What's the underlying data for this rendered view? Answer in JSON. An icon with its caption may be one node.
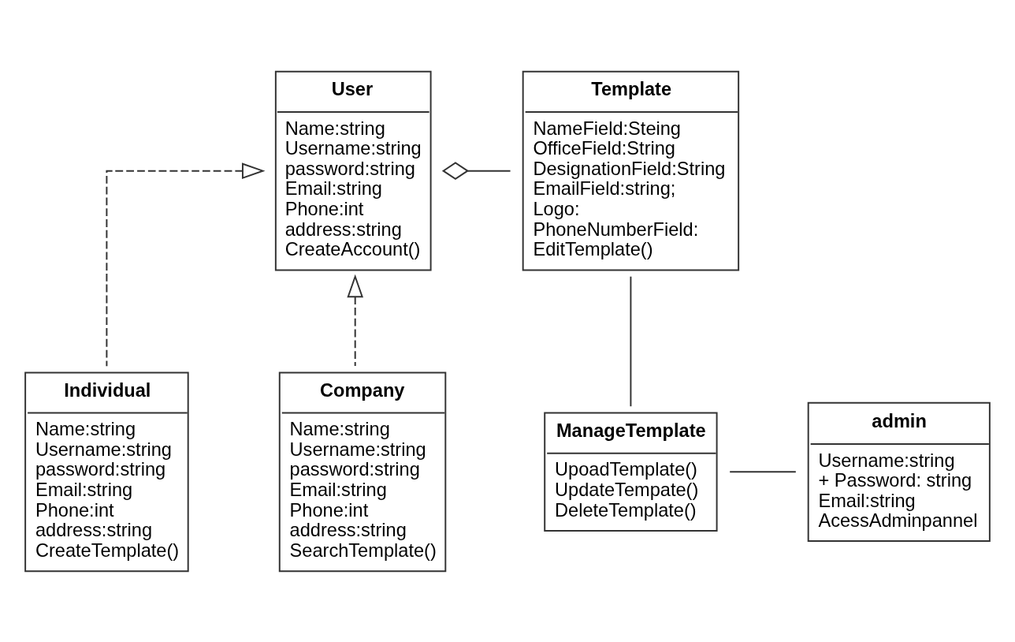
{
  "diagram": {
    "nodes": [
      {
        "text": [
          "User",
          "Name:string",
          "Username:string",
          "password:string",
          "Email:string",
          "Phone:int",
          "address:string",
          "CreateAccount()"
        ]
      },
      {
        "text": [
          "Template",
          "NameField:Steing",
          "OfficeField:String",
          "DesignationField:String",
          "EmailField:string;",
          "Logo:",
          "PhoneNumberField:",
          "EditTemplate()"
        ]
      },
      {
        "text": [
          "Individual",
          "Name:string",
          "Username:string",
          "password:string",
          "Email:string",
          "Phone:int",
          "address:string",
          "CreateTemplate()"
        ]
      },
      {
        "text": [
          "Company",
          "Name:string",
          "Username:string",
          "password:string",
          "Email:string",
          "Phone:int",
          "address:string",
          "SearchTemplate()"
        ]
      },
      {
        "text": [
          "ManageTemplate",
          "UpoadTemplate()",
          "UpdateTempate()",
          "DeleteTemplate()"
        ]
      },
      {
        "text": [
          "admin",
          "Username:string",
          "+ Password: string",
          "Email:string",
          "AcessAdminpannel"
        ]
      }
    ],
    "edges": [
      {
        "from": 0,
        "to": 1,
        "arrow": "other"
      },
      {
        "from": 2,
        "to": 0,
        "arrow": "to",
        "style": "dashed"
      },
      {
        "from": 3,
        "to": 0,
        "arrow": "to",
        "style": "dashed"
      },
      {
        "from": 1,
        "to": 4,
        "arrow": "none"
      },
      {
        "from": 4,
        "to": 5,
        "arrow": "none"
      }
    ]
  }
}
